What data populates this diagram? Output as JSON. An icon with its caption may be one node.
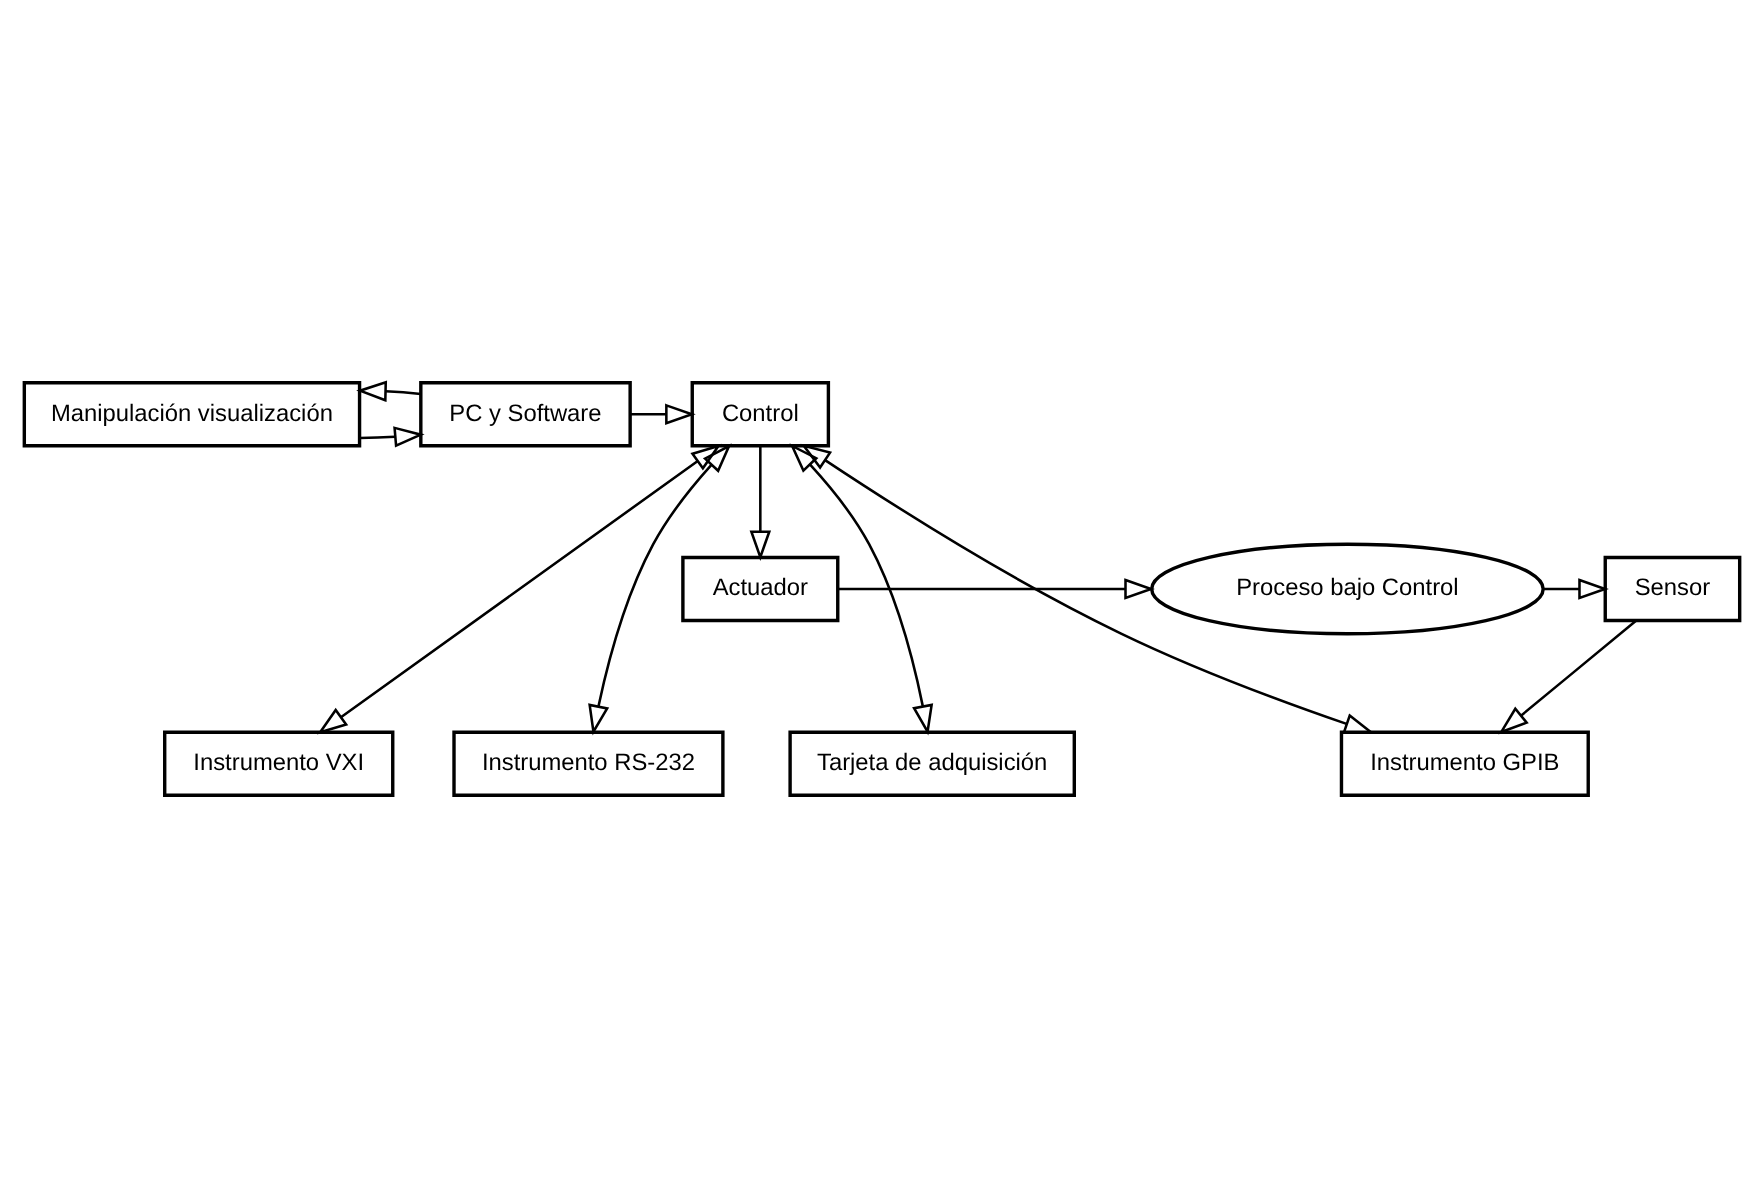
{
  "diagram": {
    "nodes": [
      {
        "text": [
          "Manipulación visualización"
        ]
      },
      {
        "text": [
          "PC y Software"
        ]
      },
      {
        "text": [
          "Control"
        ]
      },
      {
        "text": [
          "Tarjeta de adquisición"
        ]
      },
      {
        "text": [
          "Instrumento GPIB"
        ]
      },
      {
        "text": [
          "Instrumento VXI"
        ]
      },
      {
        "text": [
          "Instrumento RS-232"
        ]
      },
      {
        "text": [
          "Actuador"
        ]
      },
      {
        "text": [
          "Proceso bajo Control"
        ]
      },
      {
        "text": [
          "Sensor"
        ]
      }
    ],
    "edges": [
      {
        "from": 0,
        "to": 1,
        "arrow": "to"
      },
      {
        "from": 1,
        "to": 0,
        "arrow": "to"
      },
      {
        "from": 1,
        "to": 2,
        "arrow": "to"
      },
      {
        "from": 2,
        "to": 3,
        "arrow": "both"
      },
      {
        "from": 2,
        "to": 4,
        "arrow": "both"
      },
      {
        "from": 2,
        "to": 5,
        "arrow": "both"
      },
      {
        "from": 2,
        "to": 6,
        "arrow": "both"
      },
      {
        "from": 2,
        "to": 7,
        "arrow": "to"
      },
      {
        "from": 7,
        "to": 8,
        "arrow": "to"
      },
      {
        "from": 8,
        "to": 9,
        "arrow": "to"
      },
      {
        "from": 9,
        "to": 4,
        "arrow": "to"
      }
    ]
  }
}
